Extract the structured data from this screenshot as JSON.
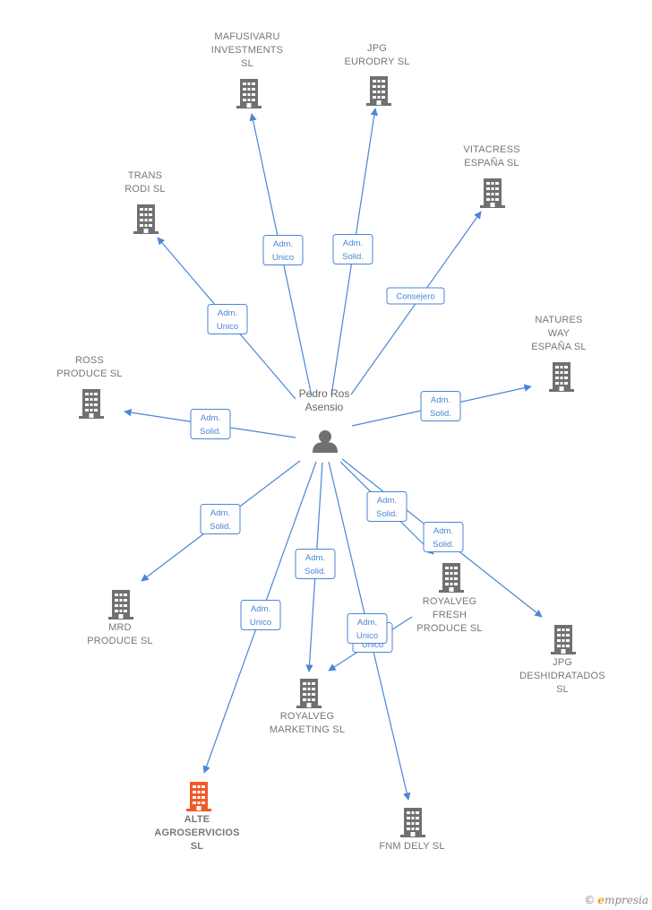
{
  "colors": {
    "edge": "#4a86d6",
    "building": "#707070",
    "building_highlight": "#f05a28",
    "label_text": "#777777"
  },
  "center": {
    "name": "Pedro Ros Asensio",
    "lines": [
      "Pedro Ros",
      "Asensio"
    ],
    "icon": "person-icon"
  },
  "nodes": [
    {
      "id": "mafusivaru",
      "lines": [
        "MAFUSIVARU",
        "INVESTMENTS",
        "SL"
      ],
      "highlight": false,
      "icon": "building-icon"
    },
    {
      "id": "jpg-eurodry",
      "lines": [
        "JPG",
        "EURODRY  SL"
      ],
      "highlight": false,
      "icon": "building-icon"
    },
    {
      "id": "vitacress",
      "lines": [
        "VITACRESS",
        "ESPAÑA SL"
      ],
      "highlight": false,
      "icon": "building-icon"
    },
    {
      "id": "trans-rodi",
      "lines": [
        "TRANS",
        "RODI SL"
      ],
      "highlight": false,
      "icon": "building-icon"
    },
    {
      "id": "natures-way",
      "lines": [
        "NATURES",
        "WAY",
        "ESPAÑA SL"
      ],
      "highlight": false,
      "icon": "building-icon"
    },
    {
      "id": "ross-produce",
      "lines": [
        "ROSS",
        "PRODUCE  SL"
      ],
      "highlight": false,
      "icon": "building-icon"
    },
    {
      "id": "mrd-produce",
      "lines": [
        "MRD",
        "PRODUCE  SL"
      ],
      "highlight": false,
      "icon": "building-icon"
    },
    {
      "id": "royalveg-fresh",
      "lines": [
        "ROYALVEG",
        "FRESH",
        "PRODUCE SL"
      ],
      "highlight": false,
      "icon": "building-icon"
    },
    {
      "id": "jpg-deshidratados",
      "lines": [
        "JPG",
        "DESHIDRATADOS",
        "SL"
      ],
      "highlight": false,
      "icon": "building-icon"
    },
    {
      "id": "royalveg-marketing",
      "lines": [
        "ROYALVEG",
        "MARKETING SL"
      ],
      "highlight": false,
      "icon": "building-icon"
    },
    {
      "id": "alte-agroservicios",
      "lines": [
        "ALTE",
        "AGROSERVICIOS",
        "SL"
      ],
      "highlight": true,
      "icon": "building-icon"
    },
    {
      "id": "fnm-dely",
      "lines": [
        "FNM DELY  SL"
      ],
      "highlight": false,
      "icon": "building-icon"
    }
  ],
  "edges": [
    {
      "to": "mafusivaru",
      "label": [
        "Adm.",
        "Unico"
      ]
    },
    {
      "to": "jpg-eurodry",
      "label": [
        "Adm.",
        "Solid."
      ]
    },
    {
      "to": "vitacress",
      "label": [
        "Consejero"
      ]
    },
    {
      "to": "trans-rodi",
      "label": [
        "Adm.",
        "Unico"
      ]
    },
    {
      "to": "natures-way",
      "label": [
        "Adm.",
        "Solid."
      ]
    },
    {
      "to": "ross-produce",
      "label": [
        "Adm.",
        "Solid."
      ]
    },
    {
      "to": "mrd-produce",
      "label": [
        "Adm.",
        "Solid."
      ]
    },
    {
      "to": "royalveg-fresh",
      "label": [
        "Adm.",
        "Solid."
      ]
    },
    {
      "to": "jpg-deshidratados",
      "label": [
        "Adm.",
        "Solid."
      ]
    },
    {
      "to": "royalveg-marketing",
      "label": [
        "Adm.",
        "Solid."
      ]
    },
    {
      "to": "royalveg-marketing",
      "label": [
        "Adm.",
        "Unico"
      ],
      "via": "royalveg-fresh"
    },
    {
      "to": "alte-agroservicios",
      "label": [
        "Adm.",
        "Unico"
      ]
    },
    {
      "to": "fnm-dely",
      "label": [
        "Adm.",
        "Unico"
      ]
    }
  ],
  "brand": {
    "symbol": "©",
    "initial": "e",
    "rest": "mpresia"
  }
}
